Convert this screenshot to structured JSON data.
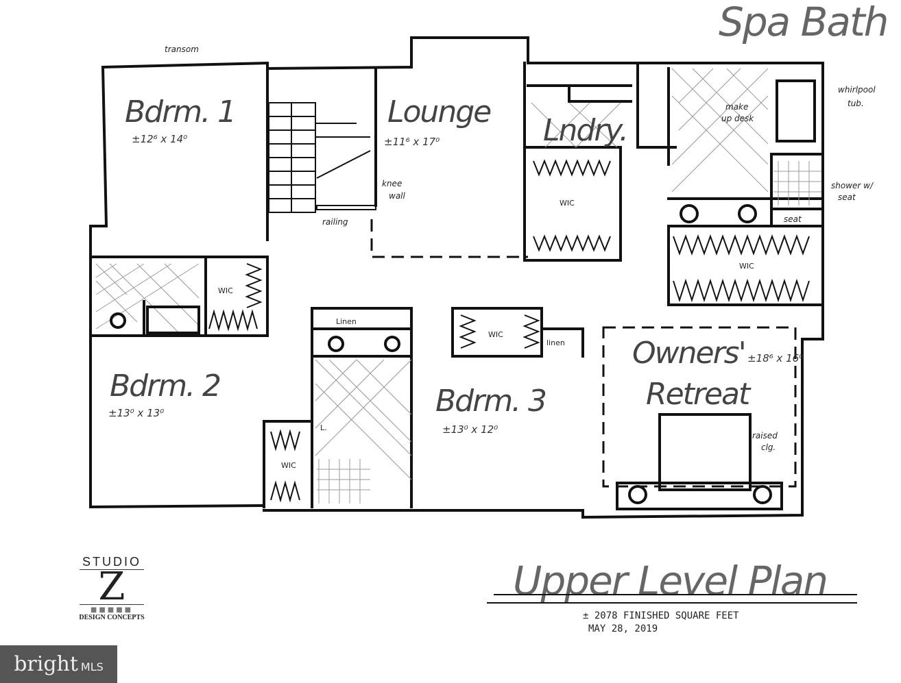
{
  "plan": {
    "annotation_spa_bath": "Spa Bath",
    "transom": "transom",
    "rooms": {
      "bdrm1": {
        "name": "Bdrm. 1",
        "dims": "±12⁶ x 14⁰"
      },
      "lounge": {
        "name": "Lounge",
        "dims": "±11⁶ x 17⁰"
      },
      "lndry": {
        "name": "Lndry."
      },
      "bdrm2": {
        "name": "Bdrm. 2",
        "dims": "±13⁰ x 13⁰"
      },
      "bdrm3": {
        "name": "Bdrm. 3",
        "dims": "±13⁰ x 12⁰"
      },
      "owners": {
        "name1": "Owners'",
        "name2": "Retreat",
        "dims": "±18⁶ x 16⁰"
      }
    },
    "notes": {
      "knee_wall_1": "knee",
      "knee_wall_2": "wall",
      "railing": "railing",
      "makeup_1": "make",
      "makeup_2": "up desk",
      "whirlpool_1": "whirlpool",
      "whirlpool_2": "tub.",
      "shower_1": "shower w/",
      "shower_2": "seat",
      "seat": "seat",
      "raised_1": "raised",
      "raised_2": "clg.",
      "linen": "Linen",
      "linen2": "linen",
      "wic": "WIC",
      "l": "L."
    },
    "title": "Upper Level Plan",
    "sqft": "± 2078 FINISHED SQUARE FEET",
    "date": "MAY 28, 2019"
  },
  "logos": {
    "studio_top": "STUDIO",
    "studio_letter": "Z",
    "studio_bottom": "DESIGN CONCEPTS",
    "mls_brand": "bright",
    "mls_suffix": "MLS"
  }
}
